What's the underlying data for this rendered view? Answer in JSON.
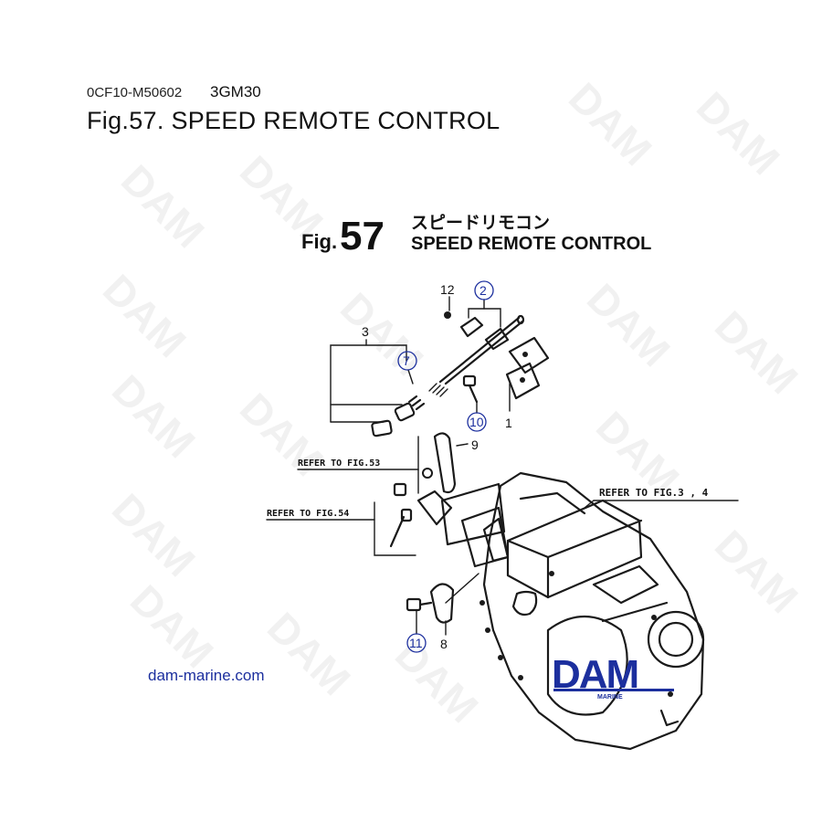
{
  "header": {
    "code": "0CF10-M50602",
    "model": "3GM30",
    "title": "Fig.57.  SPEED REMOTE CONTROL"
  },
  "figure": {
    "fig_word": "Fig.",
    "fig_number": "57",
    "title_jp": "スピードリモコン",
    "title_en": "SPEED REMOTE CONTROL"
  },
  "references": {
    "fig53": "REFER TO FIG.53",
    "fig54": "REFER TO FIG.54",
    "fig34": "REFER TO FIG.3 , 4"
  },
  "parts": {
    "p1": "1",
    "p2": "2",
    "p3": "3",
    "p7": "7",
    "p8": "8",
    "p9": "9",
    "p10": "10",
    "p11": "11",
    "p12": "12"
  },
  "watermark": "DAM",
  "logo": {
    "main": "DAM",
    "sub": "MARINE"
  },
  "footer": {
    "site": "dam-marine.com"
  },
  "colors": {
    "accent": "#1c2f9e",
    "ink": "#1a1a1a"
  }
}
